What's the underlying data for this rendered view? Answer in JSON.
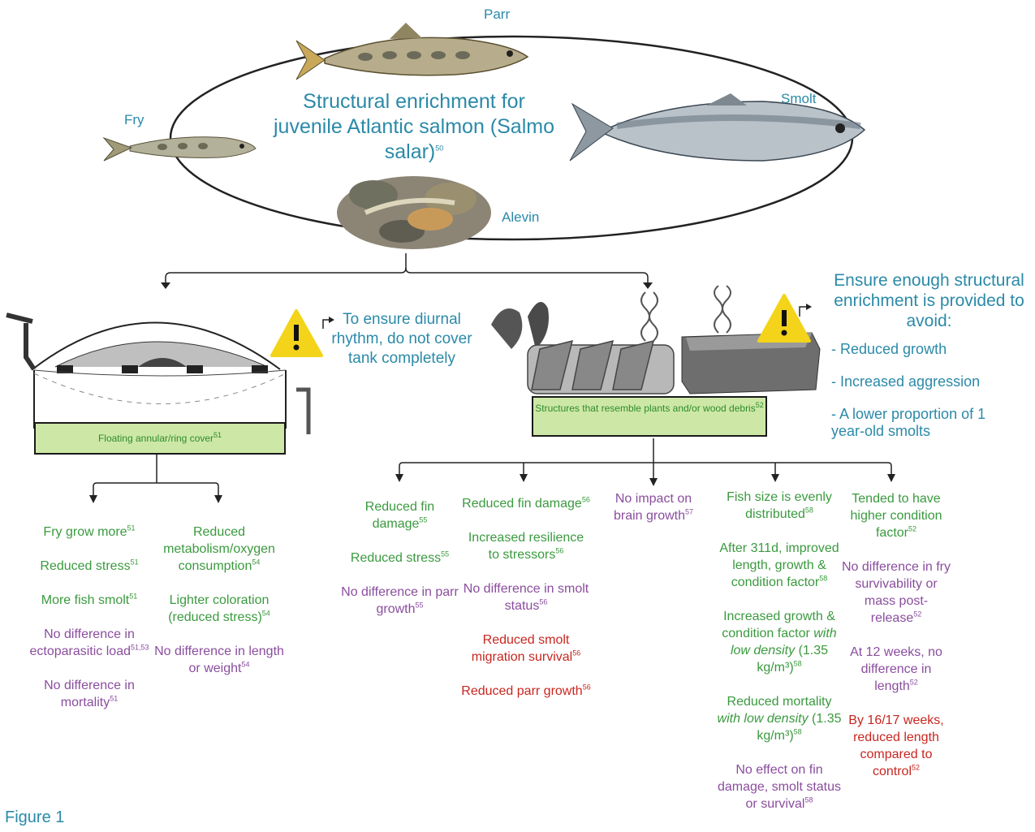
{
  "title": {
    "text": "Structural enrichment for juvenile Atlantic salmon (Salmo salar)",
    "ref": "50"
  },
  "stages": {
    "parr": "Parr",
    "smolt": "Smolt",
    "fry": "Fry",
    "alevin": "Alevin"
  },
  "left_box": {
    "text": "Floating annular/ring cover",
    "ref": "51"
  },
  "right_box": {
    "text": "Structures that resemble plants and/or wood debris",
    "ref": "52"
  },
  "diurnal_note": "To ensure diurnal rhythm, do not cover tank completely",
  "ensure_note": {
    "heading": "Ensure enough structural enrichment is provided to avoid:",
    "items": [
      "- Reduced growth",
      "- Increased aggression",
      "- A lower proportion of 1 year-old smolts"
    ]
  },
  "left_col1": [
    {
      "text": "Fry grow more",
      "ref": "51",
      "color": "green"
    },
    {
      "text": "Reduced stress",
      "ref": "51",
      "color": "green"
    },
    {
      "text": "More fish smolt",
      "ref": "51",
      "color": "green"
    },
    {
      "text": "No difference in ectoparasitic load",
      "ref": "51,53",
      "color": "purple"
    },
    {
      "text": "No difference in mortality",
      "ref": "51",
      "color": "purple"
    }
  ],
  "left_col2": [
    {
      "text": "Reduced metabolism/oxygen consumption",
      "ref": "54",
      "color": "green"
    },
    {
      "text": "Lighter coloration (reduced stress)",
      "ref": "54",
      "color": "green"
    },
    {
      "text": "No difference in length or weight",
      "ref": "54",
      "color": "purple"
    }
  ],
  "right_col1": [
    {
      "text": "Reduced fin damage",
      "ref": "55",
      "color": "green"
    },
    {
      "text": "Reduced stress",
      "ref": "55",
      "color": "green"
    },
    {
      "text": "No difference in parr growth",
      "ref": "55",
      "color": "purple"
    }
  ],
  "right_col2": [
    {
      "text": "Reduced fin damage",
      "ref": "56",
      "color": "green"
    },
    {
      "text": "Increased resilience to stressors",
      "ref": "56",
      "color": "green"
    },
    {
      "text": "No difference in smolt status",
      "ref": "56",
      "color": "purple"
    },
    {
      "text": "Reduced smolt migration survival",
      "ref": "56",
      "color": "red"
    },
    {
      "text": "Reduced parr growth",
      "ref": "56",
      "color": "red"
    }
  ],
  "right_col3": [
    {
      "text": "No impact on brain growth",
      "ref": "57",
      "color": "purple"
    }
  ],
  "right_col4": [
    {
      "text": "Fish size is evenly distributed",
      "ref": "58",
      "color": "green"
    },
    {
      "text": "After 311d, improved length, growth & condition factor",
      "ref": "58",
      "color": "green"
    },
    {
      "text": "Increased growth & condition factor",
      "italic": "with low density",
      "tail": "(1.35 kg/m³)",
      "ref": "58",
      "color": "green"
    },
    {
      "text": "Reduced mortality",
      "italic": "with low density",
      "tail": "(1.35 kg/m³)",
      "ref": "58",
      "color": "green"
    },
    {
      "text": "No effect on fin damage, smolt status or survival",
      "ref": "58",
      "color": "purple"
    }
  ],
  "right_col5": [
    {
      "text": "Tended to have higher condition factor",
      "ref": "52",
      "color": "green"
    },
    {
      "text": "No difference in fry survivability or mass post-release",
      "ref": "52",
      "color": "purple"
    },
    {
      "text": "At 12 weeks, no difference in length",
      "ref": "52",
      "color": "purple"
    },
    {
      "text": "By 16/17 weeks, reduced length compared to control",
      "ref": "52",
      "color": "red"
    }
  ],
  "figure_label": "Figure 1"
}
